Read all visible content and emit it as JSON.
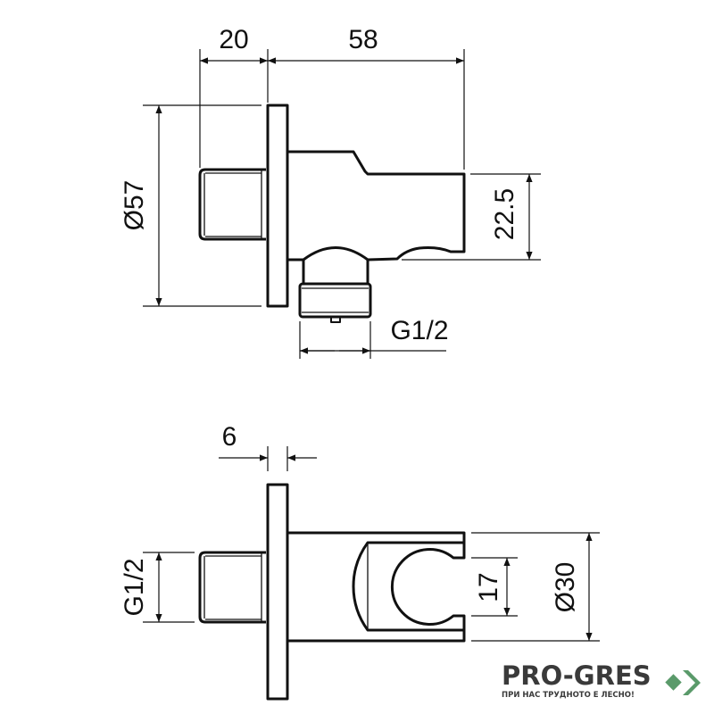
{
  "dimensions": {
    "top_view": {
      "flange_depth": "20",
      "body_length": "58",
      "plate_diameter": "Ø57",
      "holder_height": "22.5",
      "outlet_thread": "G1/2"
    },
    "bottom_view": {
      "plate_thickness": "6",
      "inlet_thread": "G1/2",
      "hook_opening": "17",
      "body_diameter": "Ø30"
    }
  },
  "logo": {
    "name": "PRO-GRES",
    "tagline": "ПРИ НАС ТРУДНОТО Е ЛЕСНО!",
    "color": "#5a9a6a"
  }
}
